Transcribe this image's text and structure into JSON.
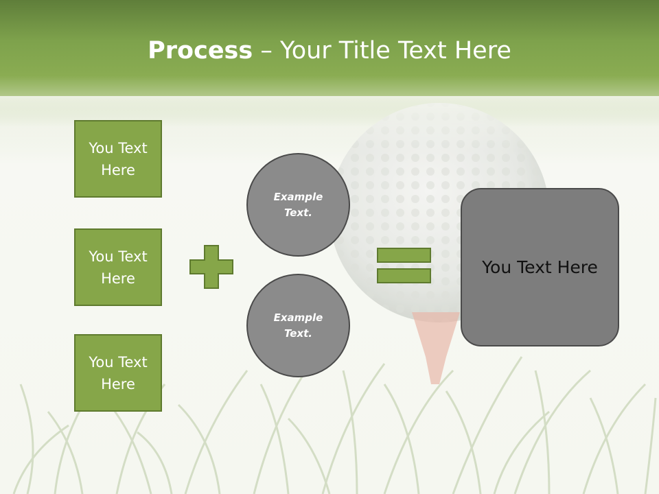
{
  "slide": {
    "title_bold": "Process",
    "title_rest": " – Your Title Text Here",
    "boxes": [
      "You Text Here",
      "You Text Here",
      "You Text Here"
    ],
    "circles": [
      "Example Text.",
      "Example Text."
    ],
    "result": "You Text Here",
    "operators": [
      "plus-sign",
      "equals-sign"
    ]
  },
  "colors": {
    "header_green": "#7ea24c",
    "box_green": "#86a649",
    "circle_gray": "#8b8b8b",
    "result_gray": "#7d7d7d"
  },
  "background_image": "golf-ball-on-tee-in-grass"
}
